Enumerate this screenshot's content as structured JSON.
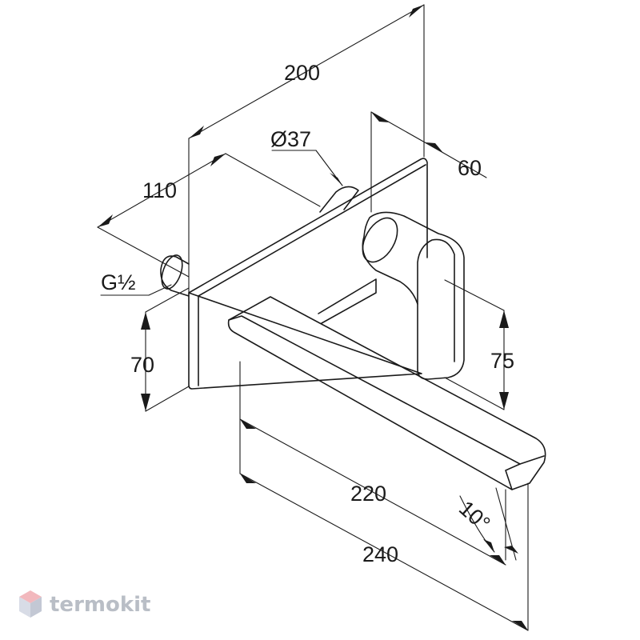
{
  "drawing": {
    "dimensions": {
      "overall_depth": "200",
      "plate_offset": "110",
      "inlet_diameter": "Ø37",
      "handle_depth": "60",
      "thread": "G½",
      "plate_height": "70",
      "handle_height": "75",
      "spout_length": "220",
      "spout_total_length": "240",
      "spout_angle": "10°"
    }
  },
  "watermark": {
    "brand": "termokit",
    "colors": {
      "icon_light": "#f2b8bd",
      "icon_mid": "#d8dce6",
      "icon_dark": "#c3c8d4",
      "text": "#b9bec6"
    }
  }
}
